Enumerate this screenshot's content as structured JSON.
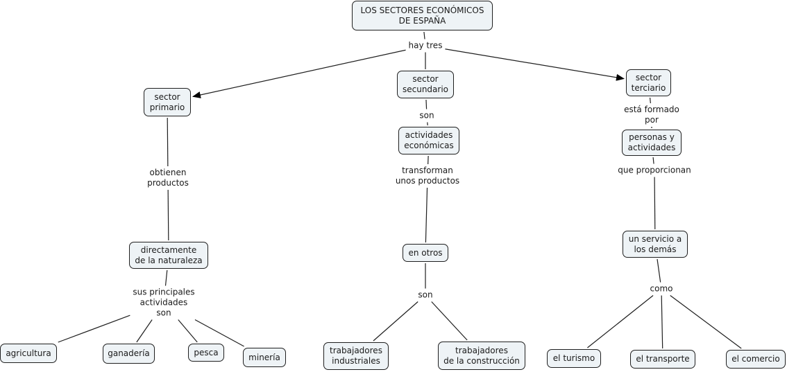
{
  "concept_map": {
    "title": "LOS SECTORES ECONÓMICOS\nDE ESPAÑA",
    "colors": {
      "node_fill": "#eef3f6",
      "node_border": "#1e1e1e",
      "line": "#1e1e1e",
      "background": "#ffffff"
    },
    "nodes": [
      {
        "id": "root",
        "text": "LOS SECTORES ECONÓMICOS\nDE ESPAÑA"
      },
      {
        "id": "primario",
        "text": "sector\nprimario"
      },
      {
        "id": "secundario",
        "text": "sector\nsecundario"
      },
      {
        "id": "terciario",
        "text": "sector\nterciario"
      },
      {
        "id": "naturaleza",
        "text": "directamente\nde la naturaleza"
      },
      {
        "id": "agricultura",
        "text": "agricultura"
      },
      {
        "id": "ganaderia",
        "text": "ganadería"
      },
      {
        "id": "pesca",
        "text": "pesca"
      },
      {
        "id": "mineria",
        "text": "minería"
      },
      {
        "id": "act_econ",
        "text": "actividades\neconómicas"
      },
      {
        "id": "en_otros",
        "text": "en otros"
      },
      {
        "id": "trab_ind",
        "text": "trabajadores\nindustriales"
      },
      {
        "id": "trab_const",
        "text": "trabajadores\nde la construcción"
      },
      {
        "id": "personas",
        "text": "personas y\nactividades"
      },
      {
        "id": "servicio",
        "text": "un servicio a\nlos demás"
      },
      {
        "id": "turismo",
        "text": "el turismo"
      },
      {
        "id": "transporte",
        "text": "el transporte"
      },
      {
        "id": "comercio",
        "text": "el comercio"
      }
    ],
    "linking_phrases": [
      {
        "id": "hay_tres",
        "text": "hay tres"
      },
      {
        "id": "obtienen",
        "text": "obtienen\nproductos"
      },
      {
        "id": "sus_principales",
        "text": "sus principales\nactividades\nson"
      },
      {
        "id": "son_sec",
        "text": "son"
      },
      {
        "id": "transforman",
        "text": "transforman\nunos productos"
      },
      {
        "id": "son_otros",
        "text": "son"
      },
      {
        "id": "formado",
        "text": "está formado\npor"
      },
      {
        "id": "proporcionan",
        "text": "que proporcionan"
      },
      {
        "id": "como",
        "text": "como"
      }
    ],
    "connections": [
      {
        "from": "root",
        "to": "hay_tres",
        "arrow": false
      },
      {
        "from": "hay_tres",
        "to": "primario",
        "arrow": true
      },
      {
        "from": "hay_tres",
        "to": "secundario",
        "arrow": false
      },
      {
        "from": "hay_tres",
        "to": "terciario",
        "arrow": true
      },
      {
        "from": "primario",
        "to": "obtienen",
        "arrow": false
      },
      {
        "from": "obtienen",
        "to": "naturaleza",
        "arrow": false
      },
      {
        "from": "naturaleza",
        "to": "sus_principales",
        "arrow": false
      },
      {
        "from": "sus_principales",
        "to": "agricultura",
        "arrow": false
      },
      {
        "from": "sus_principales",
        "to": "ganaderia",
        "arrow": false
      },
      {
        "from": "sus_principales",
        "to": "pesca",
        "arrow": false
      },
      {
        "from": "sus_principales",
        "to": "mineria",
        "arrow": false
      },
      {
        "from": "secundario",
        "to": "son_sec",
        "arrow": false
      },
      {
        "from": "son_sec",
        "to": "act_econ",
        "arrow": false
      },
      {
        "from": "act_econ",
        "to": "transforman",
        "arrow": false
      },
      {
        "from": "transforman",
        "to": "en_otros",
        "arrow": false
      },
      {
        "from": "en_otros",
        "to": "son_otros",
        "arrow": false
      },
      {
        "from": "son_otros",
        "to": "trab_ind",
        "arrow": false
      },
      {
        "from": "son_otros",
        "to": "trab_const",
        "arrow": false
      },
      {
        "from": "terciario",
        "to": "formado",
        "arrow": false
      },
      {
        "from": "formado",
        "to": "personas",
        "arrow": false
      },
      {
        "from": "personas",
        "to": "proporcionan",
        "arrow": false
      },
      {
        "from": "proporcionan",
        "to": "servicio",
        "arrow": false
      },
      {
        "from": "servicio",
        "to": "como",
        "arrow": false
      },
      {
        "from": "como",
        "to": "turismo",
        "arrow": false
      },
      {
        "from": "como",
        "to": "transporte",
        "arrow": false
      },
      {
        "from": "como",
        "to": "comercio",
        "arrow": false
      }
    ]
  }
}
